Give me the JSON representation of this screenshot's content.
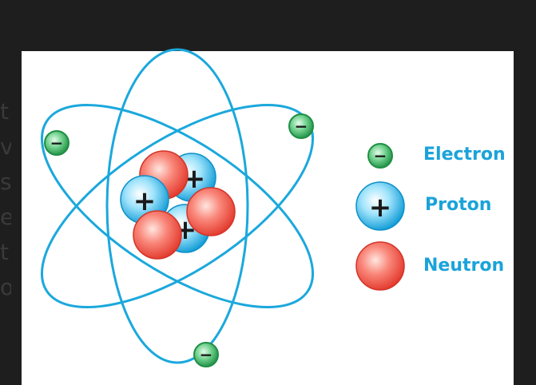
{
  "background_letters": [
    "t",
    "v",
    "s",
    "e",
    "t",
    "o"
  ],
  "colors": {
    "orbit": "#1ba8dc",
    "electron": "#2aa45a",
    "proton": "#19a8e0",
    "neutron": "#ef4a3c",
    "legend_text": "#1aa3d9",
    "background": "#1e1e1e"
  },
  "symbols": {
    "electron": "−",
    "proton": "+"
  },
  "legend": [
    {
      "key": "electron",
      "label": "Electron"
    },
    {
      "key": "proton",
      "label": "Proton"
    },
    {
      "key": "neutron",
      "label": "Neutron"
    }
  ]
}
